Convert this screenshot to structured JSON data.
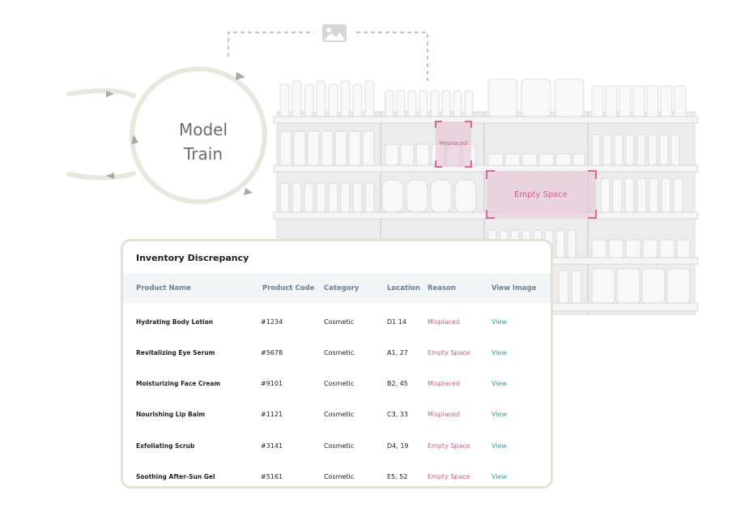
{
  "model_label": {
    "line1": "Model",
    "line2": "Train"
  },
  "shelf_tags": {
    "misplaced": "Misplaced",
    "empty_space": "Empty Space"
  },
  "image_icon": "image-icon",
  "table": {
    "title": "Inventory Discrepancy",
    "columns": [
      "Product Name",
      "Product Code",
      "Category",
      "Location",
      "Reason",
      "View Image"
    ],
    "rows": [
      {
        "name": "Hydrating Body Lotion",
        "code": "#1234",
        "category": "Cosmetic",
        "location": "D1 14",
        "reason": "Misplaced",
        "view": "View"
      },
      {
        "name": "Revitalizing Eye Serum",
        "code": "#5678",
        "category": "Cosmetic",
        "location": "A1, 27",
        "reason": "Empty Space",
        "view": "View"
      },
      {
        "name": "Moisturizing Face Cream",
        "code": "#9101",
        "category": "Cosmetic",
        "location": "B2, 45",
        "reason": "Misplaced",
        "view": "View"
      },
      {
        "name": "Nourishing Lip Balm",
        "code": "#1121",
        "category": "Cosmetic",
        "location": "C3, 33",
        "reason": "Misplaced",
        "view": "View"
      },
      {
        "name": "Exfoliating Scrub",
        "code": "#3141",
        "category": "Cosmetic",
        "location": "D4, 19",
        "reason": "Empty Space",
        "view": "View"
      },
      {
        "name": "Soothing After-Sun Gel",
        "code": "#5161",
        "category": "Cosmetic",
        "location": "E5, 52",
        "reason": "Empty Space",
        "view": "View"
      }
    ]
  },
  "colors": {
    "accent_pink": "#c9608d",
    "link_teal": "#3aa39a",
    "header_text": "#6b7f95",
    "loop": "#e9e6dc"
  }
}
